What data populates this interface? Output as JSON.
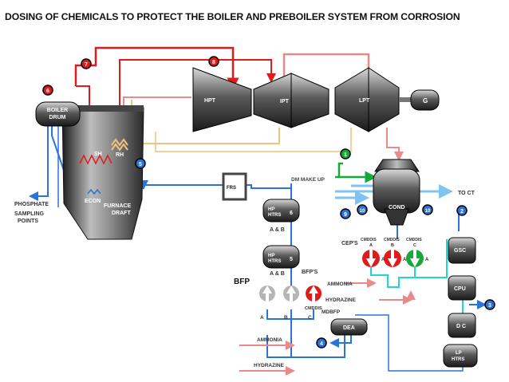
{
  "title": "DOSING OF CHEMICALS TO PROTECT THE BOILER AND PREBOILER SYSTEM FROM CORROSION",
  "colors": {
    "steam": "#e01b1b",
    "reheat": "#e88a8a",
    "water": "#2a73d9",
    "cooling": "#7fc3f2",
    "dm_makeup": "#16a83a",
    "tan_line": "#f0c27b",
    "cyan": "#1fd6d6"
  },
  "labels": {
    "boiler_drum": "BOILER DRUM",
    "sh": "SH",
    "rh": "RH",
    "econ": "ECON",
    "furnace_draft": "FURNACE DRAFT",
    "phosphate": "PHOSPHATE",
    "sampling_points": "SAMPLING POINTS",
    "hpt": "HPT",
    "ipt": "IPT",
    "lpt": "LPT",
    "g": "G",
    "frs": "FRS",
    "dm_makeup": "DM MAKE UP",
    "to_ct": "TO CT",
    "cond": "COND",
    "hp_htrs_6": "HP HTRS",
    "hp_htrs_6_num": "6",
    "ab1": "A & B",
    "hp_htrs_5": "HP HTRS",
    "hp_htrs_5_num": "5",
    "ab2": "A & B",
    "bfps": "BFP'S",
    "bfp": "BFP",
    "cmddis": "CMDDIS",
    "a": "A",
    "b": "B",
    "c": "C",
    "mdbfp": "MDBFP",
    "dea": "DEA",
    "ammonia1": "AMMONIA",
    "hydrazine1": "HYDRAZINE",
    "ammonia2": "AMMONIA",
    "hydrazine2": "HYDRAZINE",
    "ceps": "CEP'S",
    "gsc": "GSC",
    "cpu": "CPU",
    "dc": "D C",
    "lp_htrs": "LP HTRS"
  },
  "markers": {
    "m1": "1",
    "m2": "2",
    "m3": "3",
    "m4": "4",
    "m5": "5",
    "m6": "6",
    "m7": "7",
    "m8": "8",
    "m9": "9",
    "m10a": "10",
    "m10b": "10"
  }
}
